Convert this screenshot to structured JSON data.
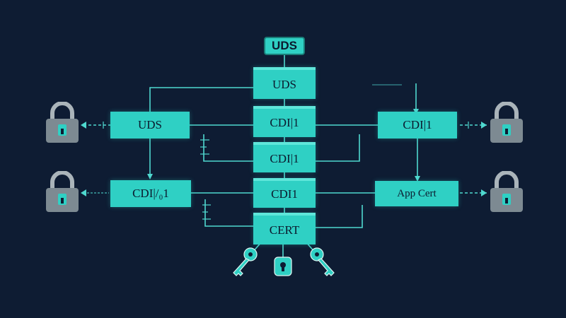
{
  "diagram": {
    "title": "UDS",
    "center_column": [
      "UDS",
      "CDI|1",
      "CDI|1",
      "CDI1",
      "CERT"
    ],
    "left_column": [
      "UDS",
      "CDI|/₀1"
    ],
    "right_column": [
      "CDI|1",
      "App Cert"
    ],
    "icons": {
      "left_locks": [
        "lock-icon",
        "lock-icon"
      ],
      "right_locks": [
        "lock-icon",
        "lock-icon"
      ],
      "bottom": [
        "key-icon",
        "lock-icon",
        "key-icon"
      ]
    },
    "colors": {
      "background": "#0e1c33",
      "box": "#2fd0c4",
      "line": "#4fd8cf",
      "lock_body": "#7d8a92",
      "lock_shackle": "#aab4ba"
    }
  }
}
